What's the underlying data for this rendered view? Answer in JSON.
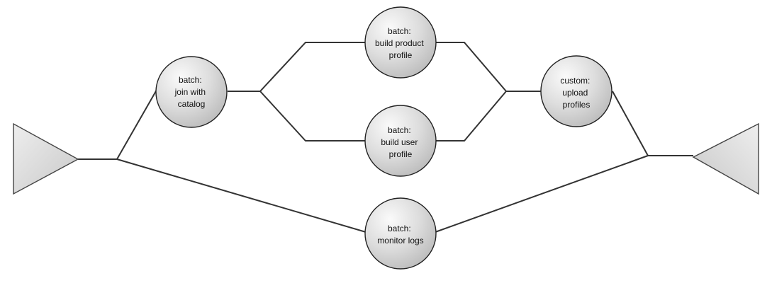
{
  "diagram": {
    "nodes": {
      "join": [
        "batch:",
        "join with",
        "catalog"
      ],
      "product": [
        "batch:",
        "build product",
        "profile"
      ],
      "user": [
        "batch:",
        "build user",
        "profile"
      ],
      "upload": [
        "custom:",
        "upload",
        "profiles"
      ],
      "monitor": [
        "batch:",
        "monitor logs"
      ]
    }
  }
}
